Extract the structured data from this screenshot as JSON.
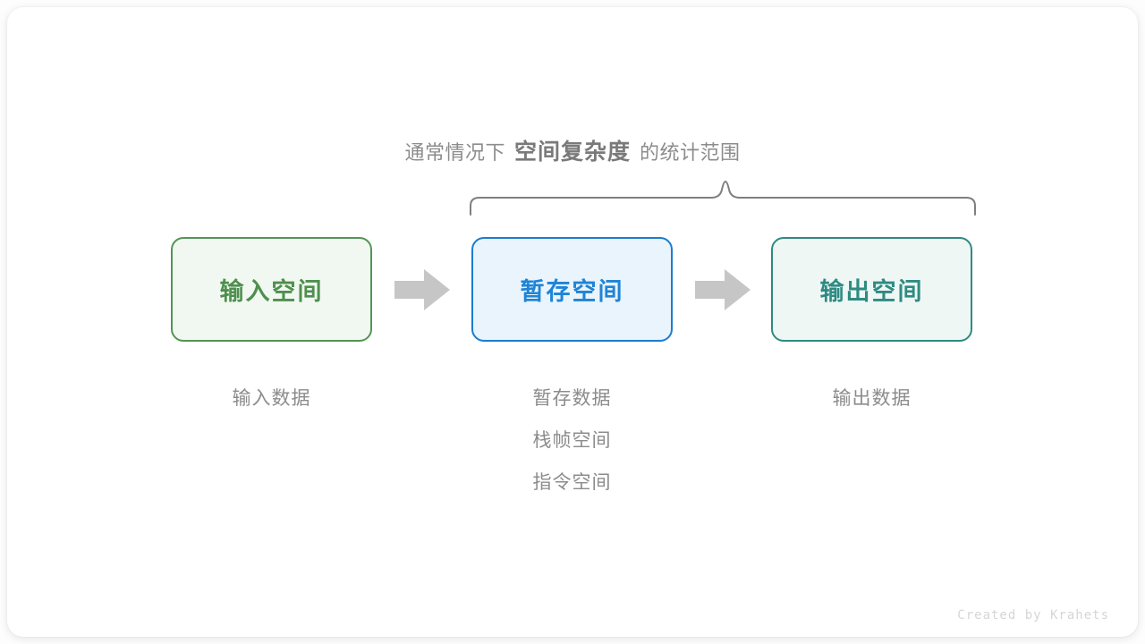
{
  "caption": {
    "prefix": "通常情况下",
    "strong": "空间复杂度",
    "suffix": "的统计范围"
  },
  "colors": {
    "input_border": "#559455",
    "input_fill": "#f1f8f1",
    "input_text": "#4e8f4e",
    "temp_border": "#1a7dd1",
    "temp_fill": "#e9f4fc",
    "temp_text": "#1f84d6",
    "output_border": "#2e8b82",
    "output_fill": "#eff7f5",
    "output_text": "#2e8b82",
    "arrow": "#c6c6c6",
    "brace": "#7f7f7f",
    "muted_text": "#8c8c8c",
    "watermark": "#d6d6d6"
  },
  "stages": [
    {
      "id": "input",
      "box_label": "输入空间",
      "sublabels": [
        "输入数据"
      ]
    },
    {
      "id": "temp",
      "box_label": "暂存空间",
      "sublabels": [
        "暂存数据",
        "栈帧空间",
        "指令空间"
      ]
    },
    {
      "id": "output",
      "box_label": "输出空间",
      "sublabels": [
        "输出数据"
      ]
    }
  ],
  "arrows": [
    {
      "id": "arrow-1",
      "icon": "right-arrow-icon"
    },
    {
      "id": "arrow-2",
      "icon": "right-arrow-icon"
    }
  ],
  "brace": {
    "icon": "curly-brace-icon",
    "spans": [
      "暂存空间",
      "输出空间"
    ]
  },
  "watermark": "Created by Krahets"
}
